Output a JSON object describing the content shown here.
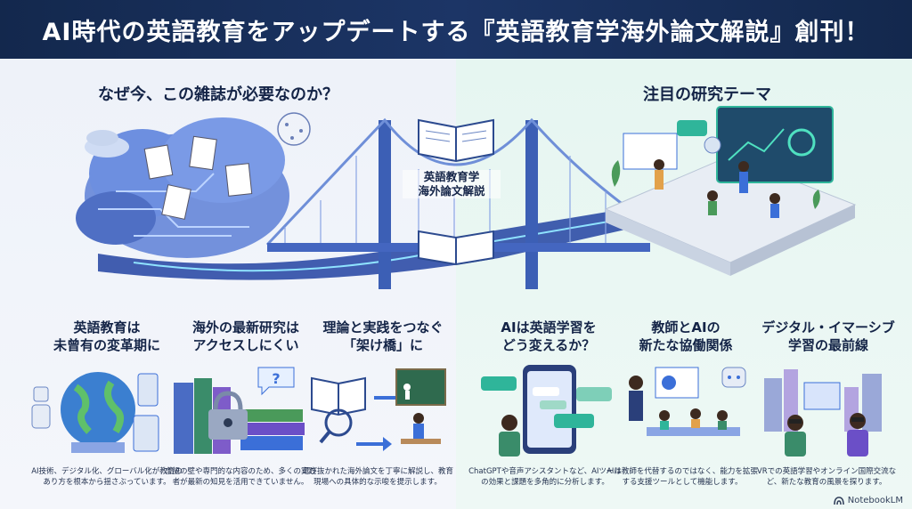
{
  "header": {
    "title": "AI時代の英語教育をアップデートする『英語教育学海外論文解説』創刊！"
  },
  "left_section": {
    "title": "なぜ今、この雑誌が必要なのか？"
  },
  "right_section": {
    "title": "注目の研究テーマ"
  },
  "bridge": {
    "line1": "英語教育学",
    "line2": "海外論文解説"
  },
  "cards": [
    {
      "title1": "英語教育は",
      "title2": "未曾有の変革期に",
      "desc": "AI技術、デジタル化、グローバル化が教育のあり方を根本から揺さぶっています。"
    },
    {
      "title1": "海外の最新研究は",
      "title2": "アクセスしにくい",
      "desc": "言語の壁や専門的な内容のため、多くの実践者が最新の知見を活用できていません。"
    },
    {
      "title1": "理論と実践をつなぐ",
      "title2": "「架け橋」に",
      "desc": "選び抜かれた海外論文を丁寧に解説し、教育現場への具体的な示唆を提示します。"
    },
    {
      "title1": "AIは英語学習を",
      "title2": "どう変えるか？",
      "desc": "ChatGPTや音声アシスタントなど、AIツールの効果と課題を多角的に分析します。"
    },
    {
      "title1": "教師とAIの",
      "title2": "新たな協働関係",
      "desc": "AIは教師を代替するのではなく、能力を拡張する支援ツールとして機能します。"
    },
    {
      "title1": "デジタル・イマーシブ",
      "title2": "学習の最前線",
      "desc": "VRでの英語学習やオンライン国際交流など、新たな教育の風景を探ります。"
    }
  ],
  "brand": {
    "name": "NotebookLM"
  },
  "colors": {
    "banner": "#13284d",
    "accent_blue": "#3b6fd8",
    "accent_teal": "#2fb59a",
    "accent_purple": "#6b4fc7"
  }
}
